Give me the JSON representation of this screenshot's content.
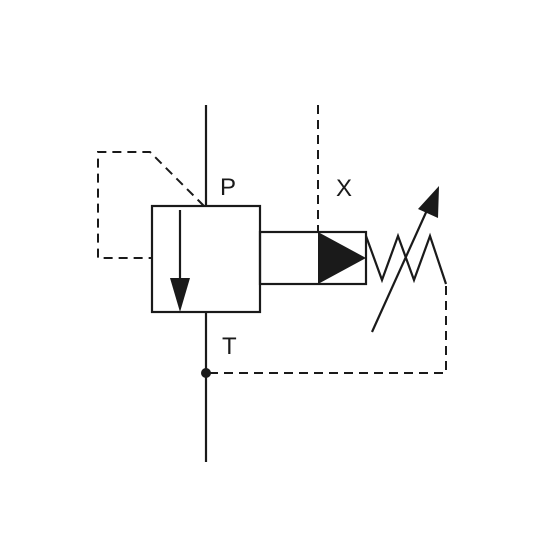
{
  "diagram": {
    "ports": {
      "pressure_label": "P",
      "tank_label": "T",
      "pilot_label": "X"
    },
    "colors": {
      "line": "#1a1a1a",
      "background": "#ffffff"
    }
  }
}
